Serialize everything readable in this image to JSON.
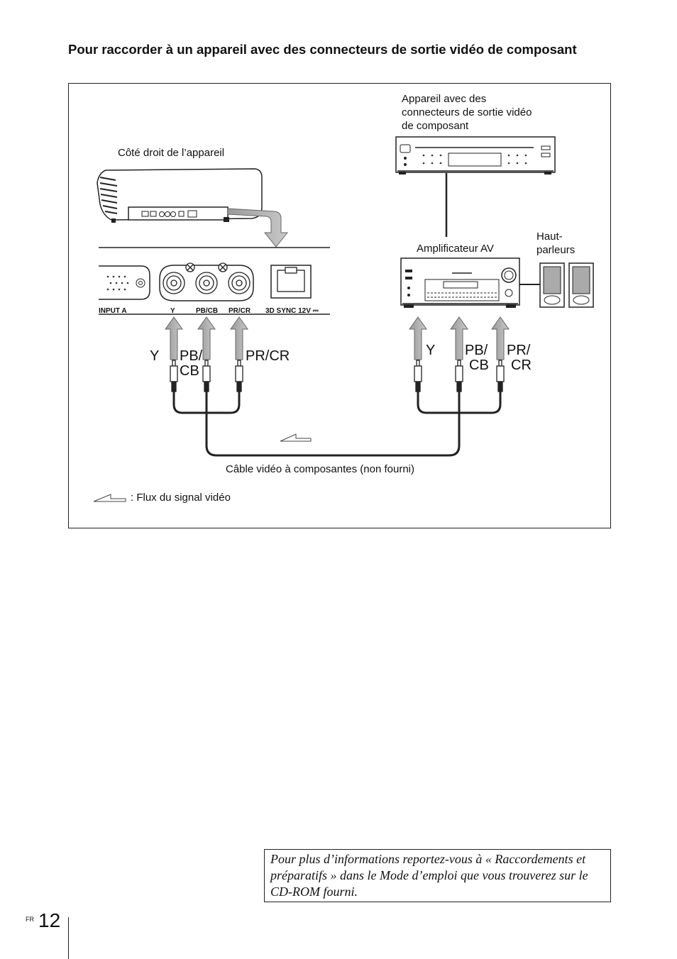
{
  "heading": "Pour raccorder à un appareil avec des connecteurs de sortie vidéo de composant",
  "figure": {
    "device_label": [
      "Appareil avec des",
      "connecteurs de sortie vidéo",
      "de composant"
    ],
    "projector_label": "Côté droit de l’appareil",
    "amplifier_label": "Amplificateur AV",
    "speakers_label": [
      "Haut-",
      "parleurs"
    ],
    "panel": {
      "input_a": "INPUT A",
      "y": "Y",
      "pb_cb": "PB/CB",
      "pr_cr": "PR/CR",
      "sync": "3D SYNC 12V ⎓"
    },
    "plug_left": {
      "y": "Y",
      "pb": "PB/",
      "cb": "CB",
      "pr_cr": "PR/CR"
    },
    "plug_right": {
      "y": "Y",
      "pb": "PB/",
      "cb": "CB",
      "pr": "PR/",
      "cr": "CR"
    },
    "cable_label": "Câble vidéo à composantes (non fourni)",
    "legend_label": ": Flux du signal vidéo"
  },
  "note": "Pour plus d’informations reportez-vous à « Raccordements et préparatifs » dans le Mode d’emploi que vous trouverez sur le CD-ROM fourni.",
  "footer": {
    "lang": "FR",
    "page": "12"
  }
}
